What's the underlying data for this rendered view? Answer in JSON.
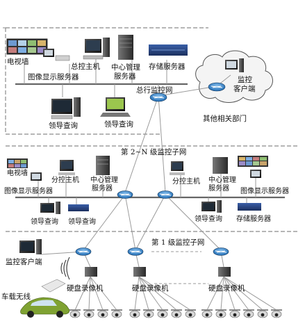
{
  "top": {
    "tv_wall": "电视墙",
    "main_host": "总控主机",
    "center_server": "中心管理",
    "center_server_2": "服务器",
    "storage_server": "存储服务器",
    "image_server": "图像显示服务器",
    "leader_1": "领导查询",
    "leader_2": "领导查询",
    "network": "总行监控网"
  },
  "cloud": {
    "client": "监控",
    "client_2": "客户端",
    "other_dept": "其他相关部门"
  },
  "mid": {
    "network": "第 2~N 级监控子网",
    "tv_wall": "电视墙",
    "sub_host": "分控主机",
    "center_server": "中心管理",
    "center_server_2": "服务器",
    "image_server": "图像显示服务器",
    "leader_1": "领导查询",
    "leader_2": "领导查询",
    "right_sub_host": "分控主机",
    "right_center": "中心管理",
    "right_center_2": "服务器",
    "right_image_server": "图像显示服务器",
    "right_leader": "领导查询",
    "right_storage": "存储服务器"
  },
  "bottom": {
    "network": "第 1 级监控子网",
    "client": "监控客户端",
    "vehicle": "车载无线",
    "dvr_1": "硬盘录像机",
    "dvr_2": "硬盘录像机",
    "dvr_3": "硬盘录像机"
  },
  "colors": {
    "router": "#2b7fc9",
    "line": "#9a9a9a",
    "dash": "#8a8a8a"
  }
}
